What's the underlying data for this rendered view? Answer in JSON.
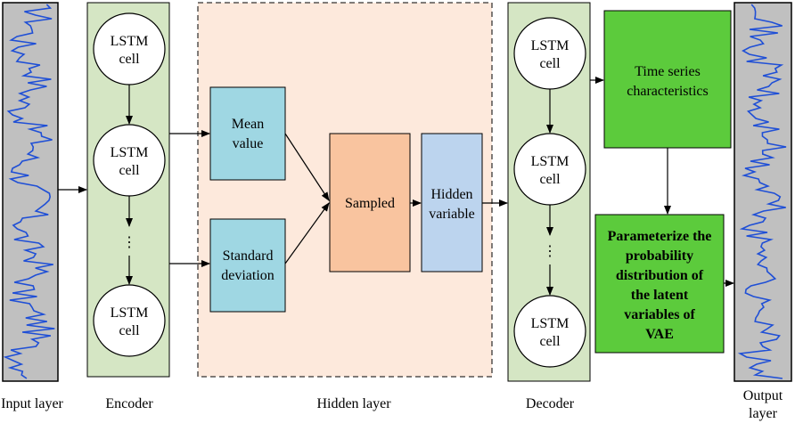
{
  "layers": {
    "input": "Input layer",
    "encoder": "Encoder",
    "hidden": "Hidden layer",
    "decoder": "Decoder",
    "output_line1": "Output",
    "output_line2": "layer"
  },
  "encoder_cells": {
    "cell1": [
      "LSTM",
      "cell"
    ],
    "cell2": [
      "LSTM",
      "cell"
    ],
    "ellipsis": "⋮",
    "cell3": [
      "LSTM",
      "cell"
    ]
  },
  "decoder_cells": {
    "cell1": [
      "LSTM",
      "cell"
    ],
    "cell2": [
      "LSTM",
      "cell"
    ],
    "ellipsis": "⋮",
    "cell3": [
      "LSTM",
      "cell"
    ]
  },
  "hidden_boxes": {
    "mean": [
      "Mean",
      "value"
    ],
    "std": [
      "Standard",
      "deviation"
    ],
    "sampled": "Sampled",
    "hidden_variable": [
      "Hidden",
      "variable"
    ]
  },
  "right_boxes": {
    "ts_characteristics": [
      "Time series",
      "characteristics"
    ],
    "parameterize": [
      "Parameterize the",
      "probability",
      "distribution of",
      "the latent",
      "variables of",
      "VAE"
    ]
  },
  "colors": {
    "signal": "#1f4fd6",
    "signal_bg": "#c0c0c0",
    "column_green": "#d5e6c4",
    "hidden_bg": "#fde9dc",
    "mean_std_cyan": "#9fd7e3",
    "sampled_orange": "#f9c49f",
    "hidden_var_blue": "#bcd4ee",
    "bright_green": "#5ccb3c"
  }
}
